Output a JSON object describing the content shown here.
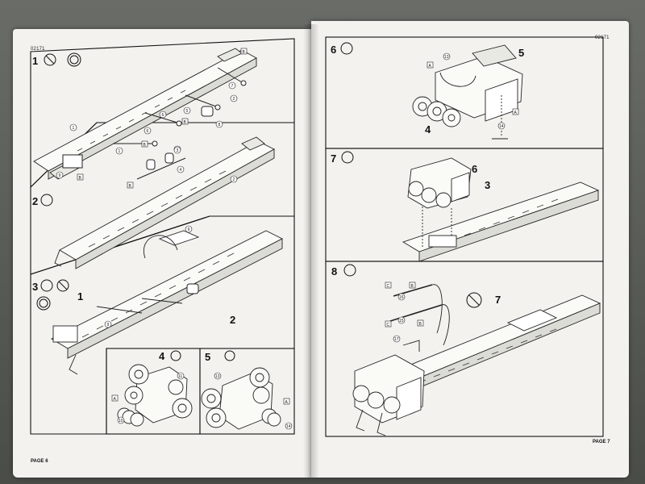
{
  "document": {
    "code_left": "02171",
    "code_right": "02171",
    "page_left": "PAGE 6",
    "page_right": "PAGE 7"
  },
  "steps": [
    {
      "number": "1",
      "parts": [
        "1",
        "1",
        "6",
        "6",
        "7",
        "8",
        "5",
        "2",
        "9",
        "9"
      ],
      "refs": [
        "B",
        "B",
        "B",
        "B"
      ]
    },
    {
      "number": "2",
      "parts": [
        "3",
        "4",
        "2"
      ],
      "refs": [
        "B"
      ]
    },
    {
      "number": "3",
      "parts": [
        "9",
        "9"
      ],
      "callouts": [
        "1",
        "2"
      ]
    },
    {
      "number": "4",
      "parts": [
        "11",
        "10"
      ],
      "refs": [
        "A"
      ]
    },
    {
      "number": "5",
      "parts": [
        "13",
        "14"
      ],
      "refs": [
        "A"
      ]
    },
    {
      "number": "6",
      "parts": [
        "13",
        "14"
      ],
      "refs": [
        "A",
        "A"
      ],
      "callouts": [
        "5",
        "4"
      ]
    },
    {
      "number": "7",
      "callouts": [
        "6",
        "3"
      ]
    },
    {
      "number": "8",
      "parts": [
        "16",
        "15",
        "17"
      ],
      "refs": [
        "C",
        "B",
        "C",
        "B"
      ],
      "callouts": [
        "7"
      ]
    }
  ]
}
